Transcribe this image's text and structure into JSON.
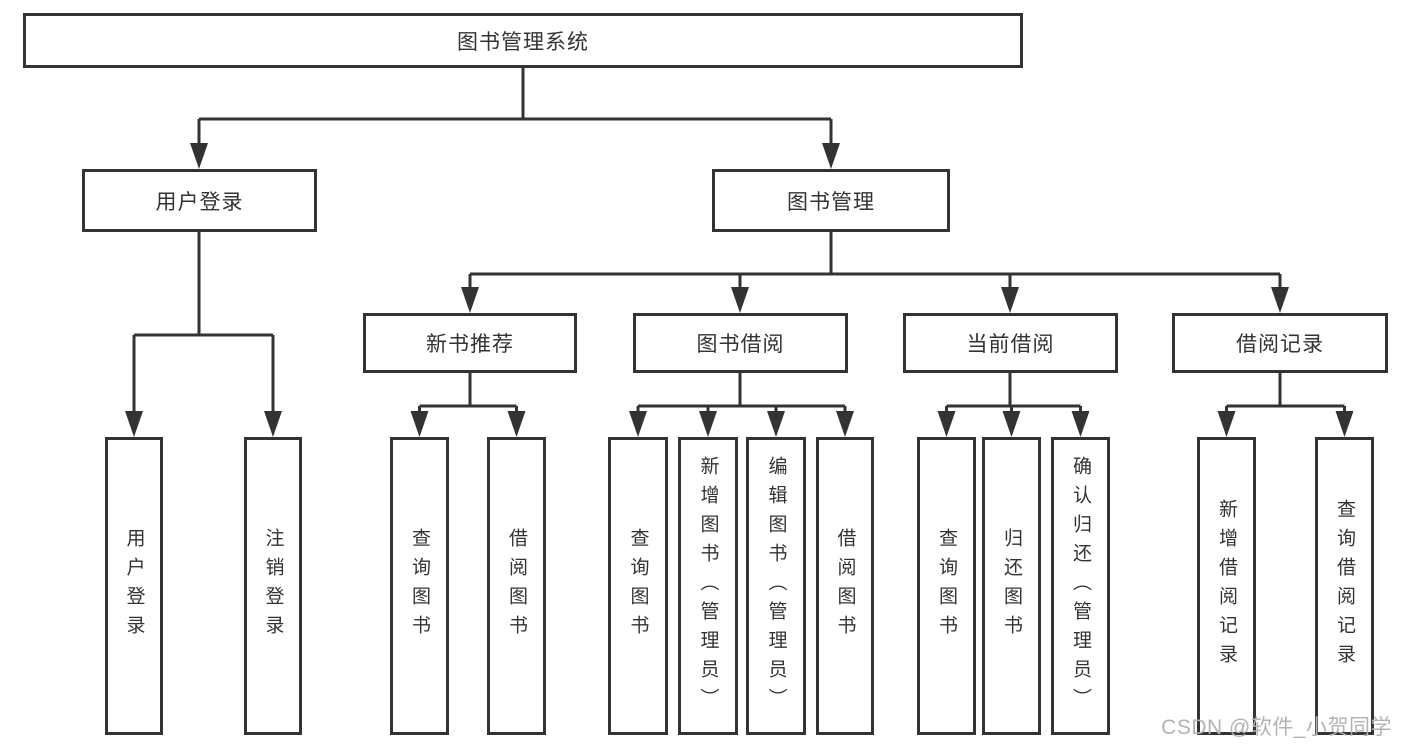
{
  "diagram": {
    "watermark": "CSDN @软件_小贺同学",
    "colors": {
      "line": "#333333",
      "box_border": "#333333",
      "text": "#333333",
      "watermark": "#b3b3b3",
      "background": "#ffffff"
    },
    "tree": {
      "label": "图书管理系统",
      "children": [
        {
          "label": "用户登录",
          "children": [
            {
              "label": "用户登录"
            },
            {
              "label": "注销登录"
            }
          ]
        },
        {
          "label": "图书管理",
          "children": [
            {
              "label": "新书推荐",
              "children": [
                {
                  "label": "查询图书"
                },
                {
                  "label": "借阅图书"
                }
              ]
            },
            {
              "label": "图书借阅",
              "children": [
                {
                  "label": "查询图书"
                },
                {
                  "label": "新增图书（管理员）"
                },
                {
                  "label": "编辑图书（管理员）"
                },
                {
                  "label": "借阅图书"
                }
              ]
            },
            {
              "label": "当前借阅",
              "children": [
                {
                  "label": "查询图书"
                },
                {
                  "label": "归还图书"
                },
                {
                  "label": "确认归还（管理员）"
                }
              ]
            },
            {
              "label": "借阅记录",
              "children": [
                {
                  "label": "新增借阅记录"
                },
                {
                  "label": "查询借阅记录"
                }
              ]
            }
          ]
        }
      ]
    }
  }
}
